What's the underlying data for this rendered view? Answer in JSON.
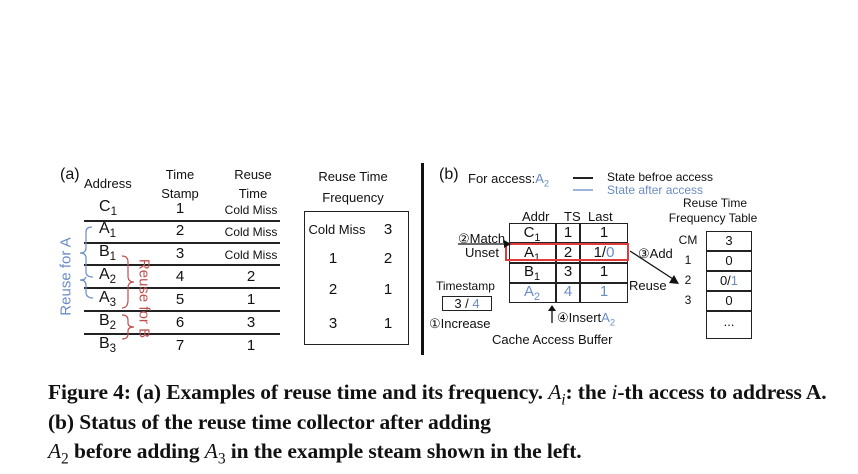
{
  "panel_a": {
    "label": "(a)",
    "headers": {
      "address": "Address",
      "timestamp_l1": "Time",
      "timestamp_l2": "Stamp",
      "reuse_l1": "Reuse",
      "reuse_l2": "Time"
    },
    "rows": [
      {
        "addr": "C",
        "sub": "1",
        "ts": "1",
        "reuse": "Cold Miss"
      },
      {
        "addr": "A",
        "sub": "1",
        "ts": "2",
        "reuse": "Cold Miss"
      },
      {
        "addr": "B",
        "sub": "1",
        "ts": "3",
        "reuse": "Cold Miss"
      },
      {
        "addr": "A",
        "sub": "2",
        "ts": "4",
        "reuse": "2"
      },
      {
        "addr": "A",
        "sub": "3",
        "ts": "5",
        "reuse": "1"
      },
      {
        "addr": "B",
        "sub": "2",
        "ts": "6",
        "reuse": "3"
      },
      {
        "addr": "B",
        "sub": "3",
        "ts": "7",
        "reuse": "1"
      }
    ],
    "reuse_for_a": "Reuse for A",
    "reuse_for_b": "Reuse for B",
    "frequency": {
      "title_l1": "Reuse Time",
      "title_l2": "Frequency",
      "rows": [
        {
          "key": "Cold Miss",
          "count": "3"
        },
        {
          "key": "1",
          "count": "2"
        },
        {
          "key": "2",
          "count": "1"
        },
        {
          "key": "3",
          "count": "1"
        }
      ]
    }
  },
  "panel_b": {
    "label": "(b)",
    "for_access_prefix": "For access:",
    "for_access_addr": "A",
    "for_access_sub": "2",
    "legend": {
      "before": "State befroe access",
      "after": "State after access"
    },
    "buffer": {
      "headers": {
        "addr": "Addr",
        "ts": "TS",
        "last": "Last"
      },
      "rows": [
        {
          "addr": "C",
          "sub": "1",
          "ts": "1",
          "last": "1",
          "last_new": ""
        },
        {
          "addr": "A",
          "sub": "1",
          "ts": "2",
          "last": "1/",
          "last_new": "0"
        },
        {
          "addr": "B",
          "sub": "1",
          "ts": "3",
          "last": "1",
          "last_new": ""
        },
        {
          "addr": "A",
          "sub": "2",
          "ts": "4",
          "last": "1",
          "last_new": "",
          "is_new": true
        }
      ],
      "caption": "Cache Access Buffer"
    },
    "match_label_l1": "②Match",
    "match_label_l2": "Unset",
    "timestamp_label": "Timestamp",
    "timestamp_old": "3 / ",
    "timestamp_new": "4",
    "increase_label": "①Increase",
    "insert_label": "④Insert",
    "insert_addr": "A",
    "insert_sub": "2",
    "add_label": "③Add",
    "reuse_label": "Reuse",
    "freq_table": {
      "title_l1": "Reuse Time",
      "title_l2": "Frequency Table",
      "rows": [
        {
          "key": "CM",
          "value": "3",
          "value_new": ""
        },
        {
          "key": "1",
          "value": "0",
          "value_new": ""
        },
        {
          "key": "2",
          "value": "0/",
          "value_new": "1"
        },
        {
          "key": "3",
          "value": "0",
          "value_new": ""
        },
        {
          "key": "",
          "value": "...",
          "value_new": ""
        }
      ]
    },
    "colors": {
      "after": "#6a8cc6",
      "highlight": "#e03c3c",
      "reuse_b": "#c0504d"
    }
  },
  "caption": {
    "p1": "Figure 4: (a) Examples of reuse time and its frequency. ",
    "ai_base": "A",
    "ai_sub": "i",
    "p2": ": the ",
    "i_var": "i",
    "p3": "-th access to address A. (b) Status of the reuse time collector after adding ",
    "a2_base": "A",
    "a2_sub": "2",
    "p4": " before adding ",
    "a3_base": "A",
    "a3_sub": "3",
    "p5": " in the example steam shown in the left."
  }
}
